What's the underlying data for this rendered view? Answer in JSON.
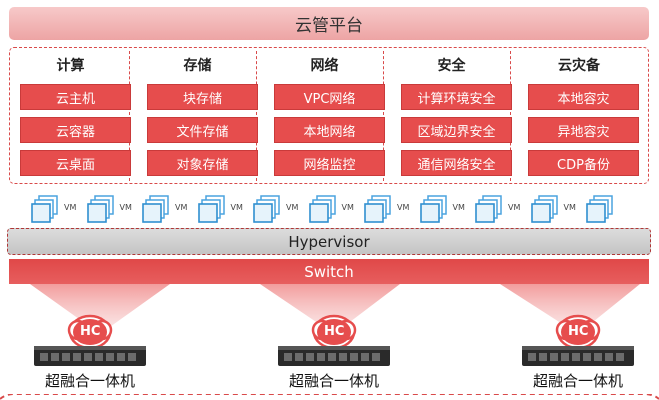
{
  "platform": {
    "title": "云管平台"
  },
  "categories": [
    {
      "title": "计算",
      "items": [
        "云主机",
        "云容器",
        "云桌面"
      ]
    },
    {
      "title": "存储",
      "items": [
        "块存储",
        "文件存储",
        "对象存储"
      ]
    },
    {
      "title": "网络",
      "items": [
        "VPC网络",
        "本地网络",
        "网络监控"
      ]
    },
    {
      "title": "安全",
      "items": [
        "计算环境安全",
        "区域边界安全",
        "通信网络安全"
      ]
    },
    {
      "title": "云灾备",
      "items": [
        "本地容灾",
        "异地容灾",
        "CDP备份"
      ]
    }
  ],
  "vm_label": "VM",
  "vm_count": 11,
  "hypervisor": {
    "label": "Hypervisor"
  },
  "switch": {
    "label": "Switch"
  },
  "nodes": [
    {
      "badge": "HC",
      "label": "超融合一体机"
    },
    {
      "badge": "HC",
      "label": "超融合一体机"
    },
    {
      "badge": "HC",
      "label": "超融合一体机"
    }
  ],
  "colors": {
    "accent_red": "#e64d4d",
    "light_pink": "#f2b8b8",
    "gray": "#cfcfcf",
    "vm_blue": "#4aa3df"
  }
}
